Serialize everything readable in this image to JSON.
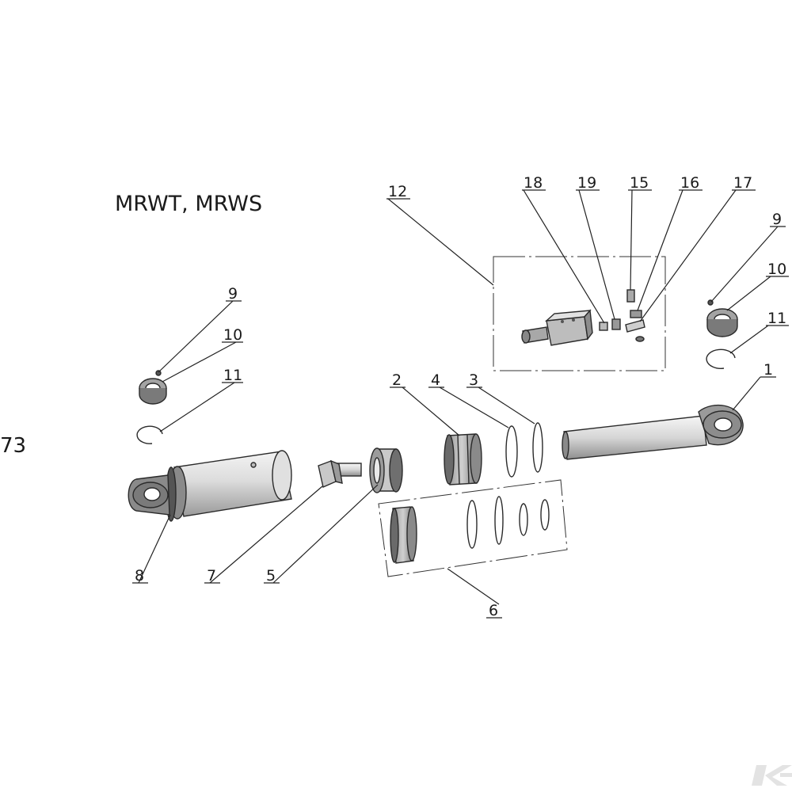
{
  "diagram": {
    "title": "MRWT, MRWS",
    "page_number": "73",
    "callouts": [
      "1",
      "2",
      "3",
      "4",
      "5",
      "6",
      "7",
      "8",
      "9",
      "10",
      "11",
      "12",
      "15",
      "16",
      "17",
      "18",
      "19"
    ],
    "logo_text": "K"
  }
}
